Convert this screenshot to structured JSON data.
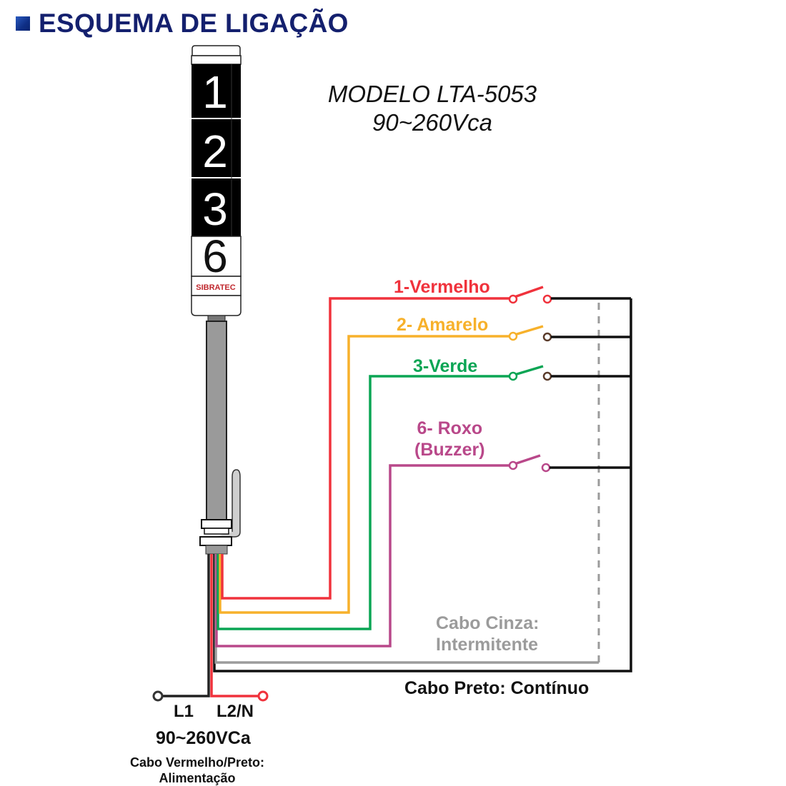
{
  "header": {
    "title": "ESQUEMA DE LIGAÇÃO",
    "bullet_icon": "blue-square-bullet"
  },
  "model": {
    "name": "MODELO LTA-5053",
    "voltage": "90~260Vca"
  },
  "tower": {
    "segments": [
      {
        "number": "1",
        "background": "#000000",
        "text_color": "#ffffff"
      },
      {
        "number": "2",
        "background": "#000000",
        "text_color": "#ffffff"
      },
      {
        "number": "3",
        "background": "#000000",
        "text_color": "#ffffff"
      },
      {
        "number": "6",
        "background": "#ffffff",
        "text_color": "#111111"
      }
    ],
    "brand": "SIBRATEC"
  },
  "wires": {
    "red": {
      "label": "1-Vermelho",
      "color": "#f0323c"
    },
    "yellow": {
      "label": "2- Amarelo",
      "color": "#f7b12b"
    },
    "green": {
      "label": "3-Verde",
      "color": "#0aa554"
    },
    "purple": {
      "label_line1": "6- Roxo",
      "label_line2": "(Buzzer)",
      "color": "#b9488a"
    },
    "gray": {
      "label_line1": "Cabo Cinza:",
      "label_line2": "Intermitente",
      "color": "#9b9b9b"
    },
    "black": {
      "label": "Cabo Preto: Contínuo",
      "color": "#111111"
    }
  },
  "power": {
    "l1": "L1",
    "l2": "L2/N",
    "voltage": "90~260VCa",
    "note_line1": "Cabo Vermelho/Preto:",
    "note_line2": "Alimentação"
  }
}
